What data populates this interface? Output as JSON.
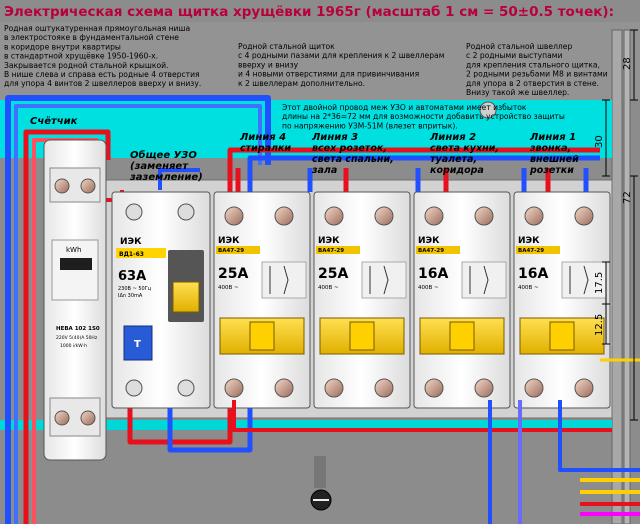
{
  "title": "Электрическая схема щитка хрущёвки 1965г (масштаб 1 см = 50±0.5 точек):",
  "notes": {
    "niche": [
      "Родная оштукатуренная прямоугольная ниша",
      "в электростояке в фундаментальной стене",
      "в коридоре внутри квартиры",
      "в стандартной хрущёвке 1950-1960-х.",
      "Закрывается родной стальной крышкой.",
      "В нише слева и справа есть родные 4 отверстия",
      "для упора 4 винтов 2 швеллеров вверху и внизу."
    ],
    "shield": [
      "Родной стальной щиток",
      "с 4 родными пазами для крепления к 2 швеллерам",
      "вверху и внизу",
      "и 4 новыми отверстиями для привинчивания",
      "к 2 швеллерам дополнительно."
    ],
    "channel": [
      "Родной стальной швеллер",
      "с 2 родными выступами",
      "для крепления стального щитка,",
      "2 родными резьбами M8 и винтами",
      "для упора в 2 отверстия в стене.",
      "Внизу такой же швеллер."
    ],
    "wire": [
      "Этот двойной провод меж УЗО и автоматами имеет избыток",
      "длины на 2*36=72 мм для возможности добавить устройство защиты",
      "по напряжению УЗМ-51М (влезет впритык)."
    ]
  },
  "labels": {
    "meter": "Счётчик",
    "rcd_group": [
      "Общее УЗО",
      "(заменяет",
      "заземление)"
    ],
    "lines": [
      {
        "title": "Линия 4",
        "desc": [
          "стиралки"
        ]
      },
      {
        "title": "Линия 3",
        "desc": [
          "всех розеток,",
          "света спальни,",
          "зала"
        ]
      },
      {
        "title": "Линия 2",
        "desc": [
          "света кухни,",
          "туалета,",
          "коридора"
        ]
      },
      {
        "title": "Линия 1",
        "desc": [
          "звонка,",
          "внешней",
          "розетки"
        ]
      }
    ]
  },
  "dimensions": {
    "top_right": "28",
    "band": "30",
    "breaker_height": "72",
    "d1": "17.5",
    "d2": "12.5"
  },
  "meter": {
    "model": "НЕВА 102 1S0",
    "spec1": "220V 5(40)A 50Hz",
    "spec2": "1000 i/kW·h",
    "unit": "kWh"
  },
  "rcd": {
    "brand": "ИЭК",
    "model": "ВД1-63",
    "rating": "63A",
    "spec1": "230В ~   50Гц",
    "spec2": "IΔn 30mA",
    "test": "T"
  },
  "breakers": [
    {
      "brand": "ИЭК",
      "model": "ВА47-29",
      "rating": "25A",
      "voltage": "400В ~"
    },
    {
      "brand": "ИЭК",
      "model": "ВА47-29",
      "rating": "25A",
      "voltage": "400В ~"
    },
    {
      "brand": "ИЭК",
      "model": "ВА47-29",
      "rating": "16A",
      "voltage": "400В ~"
    },
    {
      "brand": "ИЭК",
      "model": "ВА47-29",
      "rating": "16A",
      "voltage": "400В ~"
    }
  ],
  "colors": {
    "wall": "#8e8e8e",
    "cyan_band": "#00e5e5",
    "red_wire": "#e8101c",
    "blue_wire": "#2050ff",
    "title": "#b8003a",
    "breaker_yellow": "#f2c400"
  }
}
